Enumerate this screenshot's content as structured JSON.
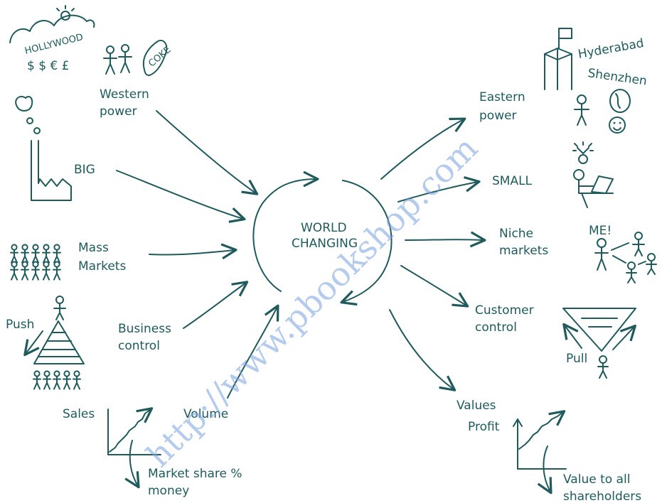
{
  "center": {
    "line1": "WORLD",
    "line2": "CHANGING"
  },
  "left": {
    "western_power": {
      "line1": "Western",
      "line2": "power",
      "banner": "HOLLYWOOD",
      "currency": "$ $ € £",
      "can": "COKE"
    },
    "big": "BIG",
    "mass_markets": {
      "line1": "Mass",
      "line2": "Markets"
    },
    "push": "Push",
    "business_control": {
      "line1": "Business",
      "line2": "control"
    },
    "sales": "Sales",
    "volume": "Volume",
    "market_share": {
      "line1": "Market share %",
      "line2": "money"
    }
  },
  "right": {
    "eastern_power": {
      "line1": "Eastern",
      "line2": "power"
    },
    "cities": {
      "line1": "Hyderabad",
      "line2": "Shenzhen"
    },
    "small": "SMALL",
    "me": "ME!",
    "niche_markets": {
      "line1": "Niche",
      "line2": "markets"
    },
    "customer_control": {
      "line1": "Customer",
      "line2": "control"
    },
    "pull": "Pull",
    "values": "Values",
    "profit": "Profit",
    "value_shareholders": {
      "line1": "Value to all",
      "line2": "shareholders"
    }
  },
  "watermark": "http://www.pbookshop.com",
  "colors": {
    "ink": "#1f5a5c",
    "watermark": "#7aa2e0",
    "background": "#ffffff"
  }
}
